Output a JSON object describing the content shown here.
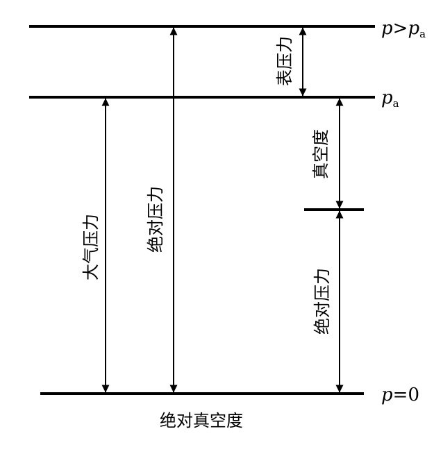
{
  "levels": {
    "above": {
      "p": "p",
      "gt": ">",
      "p2": "p",
      "sub": "a"
    },
    "atm": {
      "p": "p",
      "sub": "a"
    },
    "zero": {
      "p": "p",
      "eq": "=0"
    }
  },
  "labels": {
    "gauge": "表压力",
    "atmospheric": "大气压力",
    "absolute_left": "绝对压力",
    "vacuum": "真空度",
    "absolute_right": "绝对压力",
    "absolute_vacuum": "绝对真空度"
  },
  "colors": {
    "line": "#000000",
    "background": "#ffffff"
  }
}
